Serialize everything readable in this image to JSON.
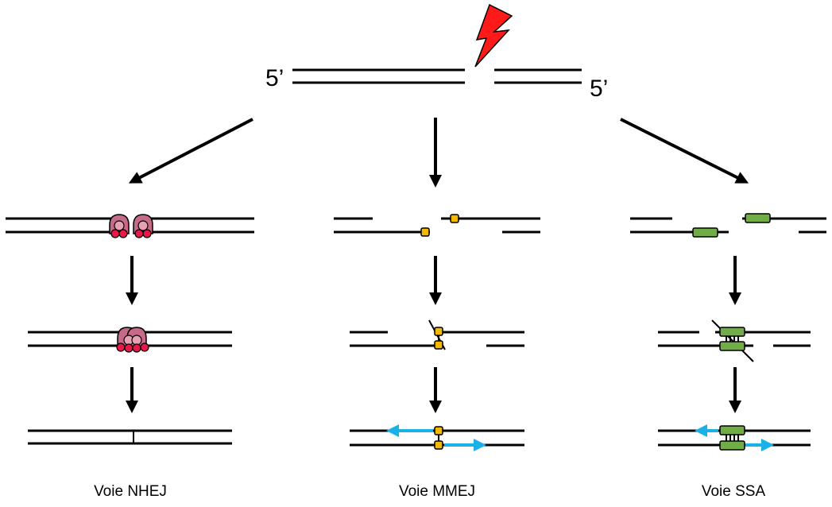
{
  "labels": {
    "five_prime_left": "5’",
    "five_prime_right": "5’"
  },
  "pathways": [
    {
      "name": "Voie NHEJ"
    },
    {
      "name": "Voie MMEJ"
    },
    {
      "name": "Voie SSA"
    }
  ],
  "colors": {
    "dna": "#000000",
    "lightning": "#ff0000",
    "ku_protein": "#d6768e",
    "ku_protein_dark": "#a04070",
    "ku_dots": "#e8184b",
    "microhomology": "#f5b800",
    "homology_ssa": "#70ad47",
    "synthesis_arrow": "#1ab0e8"
  }
}
